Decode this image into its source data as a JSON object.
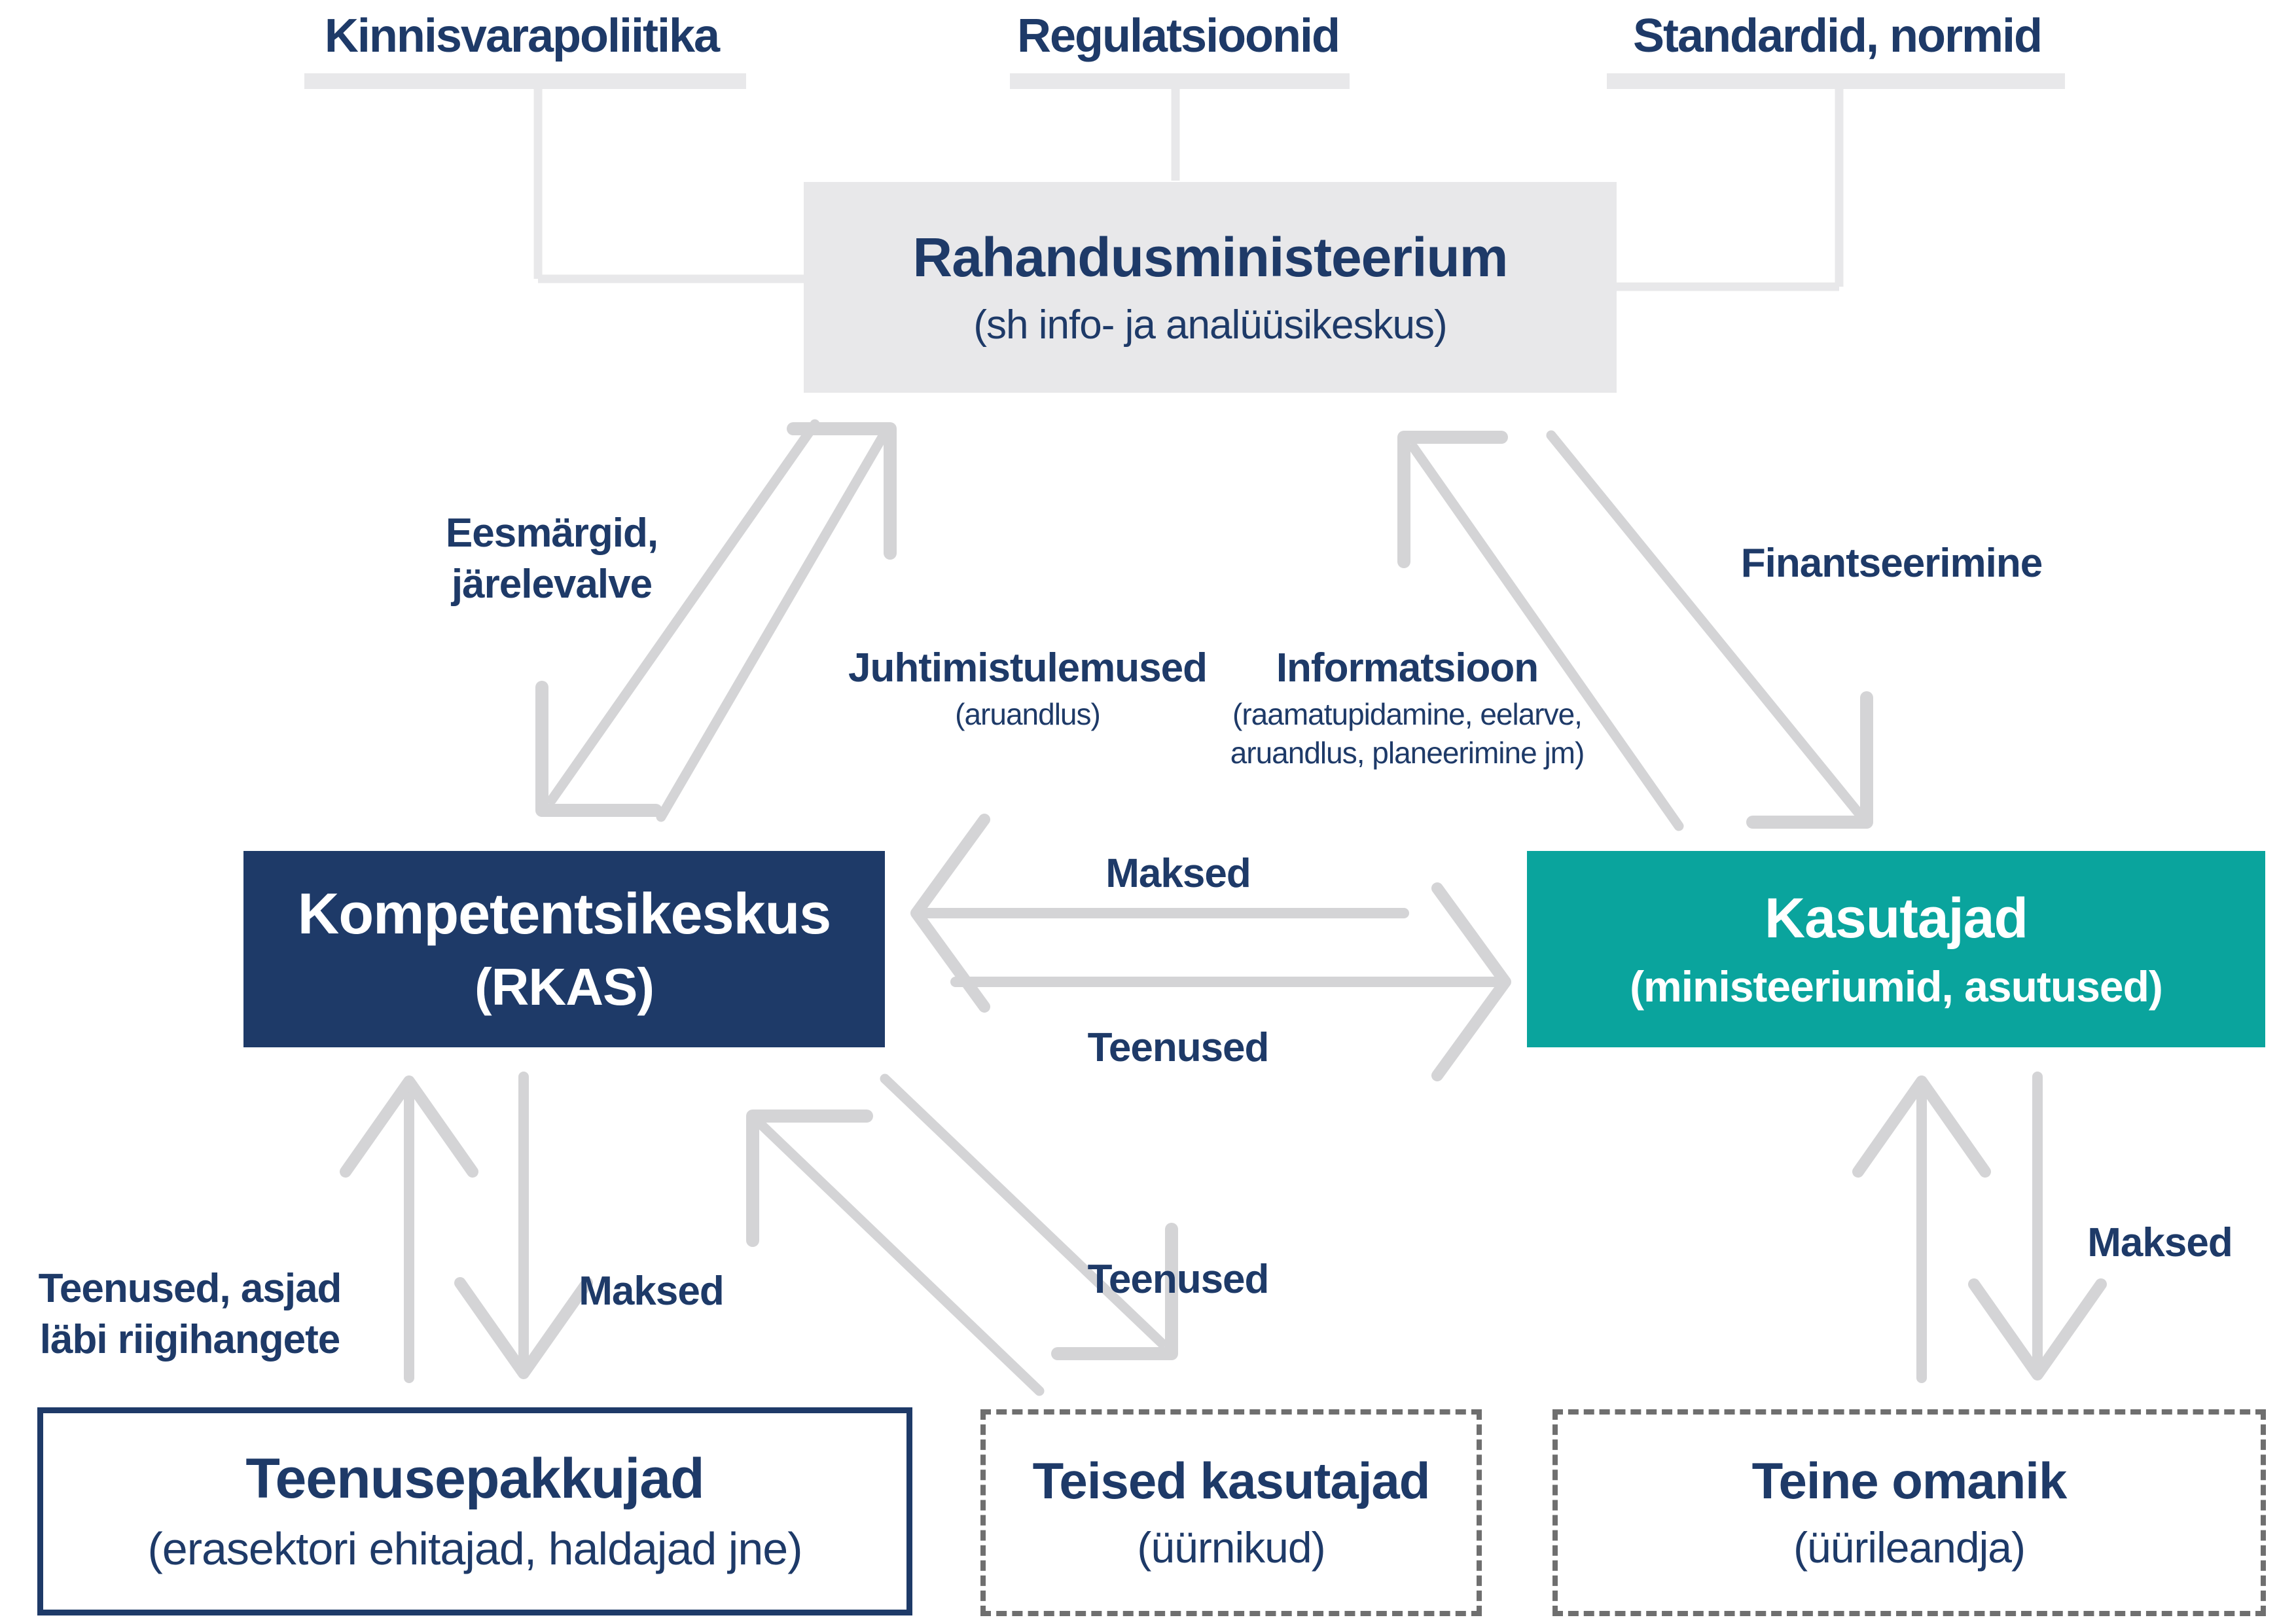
{
  "top_labels": {
    "kinnisvarapoliitika": "Kinnisvarapoliitika",
    "regulatsioonid": "Regulatsioonid",
    "standardid": "Standardid, normid"
  },
  "boxes": {
    "rahandusministeerium": {
      "title": "Rahandusministeerium",
      "subtitle": "(sh info- ja analüüsikeskus)"
    },
    "kompetentsikeskus": {
      "title": "Kompetentsikeskus",
      "subtitle": "(RKAS)"
    },
    "kasutajad": {
      "title": "Kasutajad",
      "subtitle": "(ministeeriumid, asutused)"
    },
    "teenusepakkujad": {
      "title": "Teenusepakkujad",
      "subtitle": "(erasektori ehitajad, haldajad jne)"
    },
    "teised_kasutajad": {
      "title": "Teised kasutajad",
      "subtitle": "(üürnikud)"
    },
    "teine_omanik": {
      "title": "Teine omanik",
      "subtitle": "(üürileandja)"
    }
  },
  "edge_labels": {
    "eesmargid_line1": "Eesmärgid,",
    "eesmargid_line2": "järelevalve",
    "juhtimistulemused": "Juhtimistulemused",
    "juhtimistulemused_sub": "(aruandlus)",
    "informatsioon": "Informatsioon",
    "informatsioon_sub1": "(raamatupidamine, eelarve,",
    "informatsioon_sub2": "aruandlus, planeerimine jm)",
    "finantseerimine": "Finantseerimine",
    "maksed_center": "Maksed",
    "teenused_center": "Teenused",
    "teenused_diagonal": "Teenused",
    "teenused_asjad_line1": "Teenused, asjad",
    "teenused_asjad_line2": "läbi riigihangete",
    "maksed_left": "Maksed",
    "maksed_right": "Maksed"
  },
  "colors": {
    "navy": "#1e3a68",
    "teal": "#0aa49d",
    "light_gray_box": "#e8e8ea",
    "arrow_gray": "#d4d4d6",
    "dashed_border_gray": "#6f6f6f",
    "text_navy": "#1e3a68",
    "white": "#ffffff"
  }
}
